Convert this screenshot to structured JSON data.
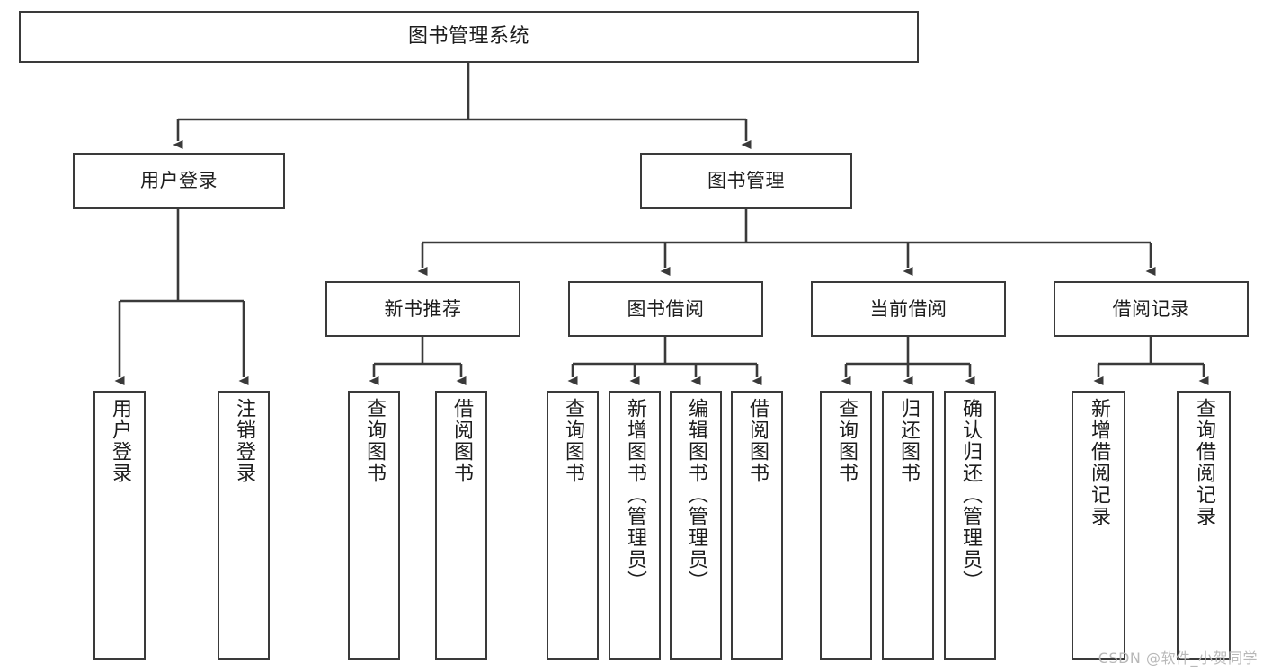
{
  "diagram": {
    "title": "图书管理系统",
    "type": "tree-hierarchy-chart",
    "watermark": "CSDN @软件_小贺同学",
    "colors": {
      "stroke": "#3a3a3a",
      "fill": "#ffffff",
      "text": "#1d1d1d",
      "watermark": "#b8b8b8"
    },
    "nodes": {
      "root": {
        "label": "图书管理系统"
      },
      "level2": [
        {
          "id": "user-login",
          "label": "用户登录"
        },
        {
          "id": "book-management",
          "label": "图书管理"
        }
      ],
      "level3": [
        {
          "id": "new-book-recommend",
          "label": "新书推荐"
        },
        {
          "id": "book-borrow",
          "label": "图书借阅"
        },
        {
          "id": "current-borrow",
          "label": "当前借阅"
        },
        {
          "id": "borrow-record",
          "label": "借阅记录"
        }
      ],
      "leaves": {
        "user-login": [
          {
            "id": "leaf-user-login",
            "label": "用户登录"
          },
          {
            "id": "leaf-user-logout",
            "label": "注销登录"
          }
        ],
        "new-book-recommend": [
          {
            "id": "leaf-query-book-1",
            "label": "查询图书"
          },
          {
            "id": "leaf-borrow-book-1",
            "label": "借阅图书"
          }
        ],
        "book-borrow": [
          {
            "id": "leaf-query-book-2",
            "label": "查询图书"
          },
          {
            "id": "leaf-add-book",
            "label": "新增图书（管理员）"
          },
          {
            "id": "leaf-edit-book",
            "label": "编辑图书（管理员）"
          },
          {
            "id": "leaf-borrow-book-2",
            "label": "借阅图书"
          }
        ],
        "current-borrow": [
          {
            "id": "leaf-query-book-3",
            "label": "查询图书"
          },
          {
            "id": "leaf-return-book",
            "label": "归还图书"
          },
          {
            "id": "leaf-confirm-return",
            "label": "确认归还（管理员）"
          }
        ],
        "borrow-record": [
          {
            "id": "leaf-add-record",
            "label": "新增借阅记录"
          },
          {
            "id": "leaf-query-record",
            "label": "查询借阅记录"
          }
        ]
      }
    }
  }
}
